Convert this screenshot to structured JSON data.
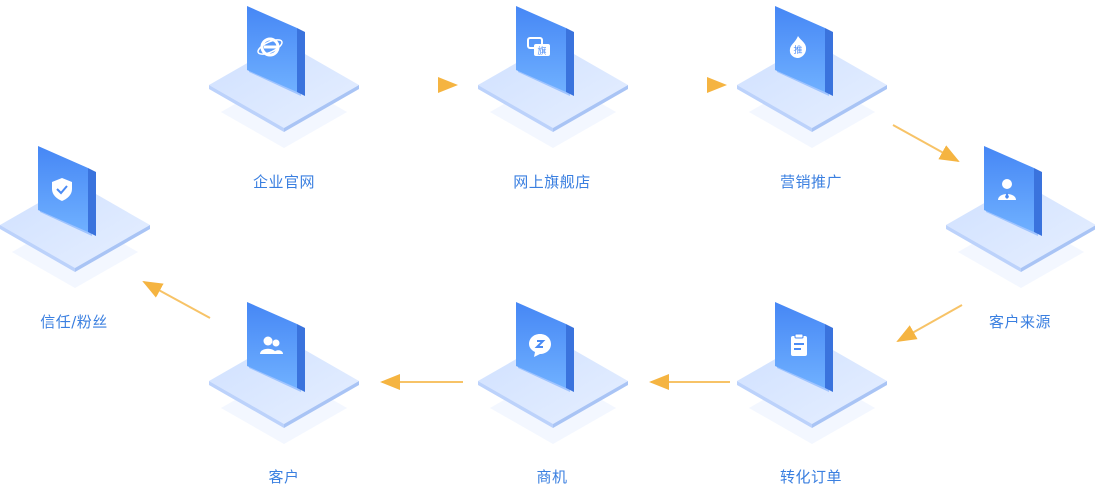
{
  "nodes": [
    {
      "id": "website",
      "label": "企业官网",
      "icon": "internet-explorer-icon"
    },
    {
      "id": "store",
      "label": "网上旗舰店",
      "icon": "flagship-store-icon"
    },
    {
      "id": "marketing",
      "label": "营销推广",
      "icon": "promotion-icon"
    },
    {
      "id": "source",
      "label": "客户来源",
      "icon": "user-icon"
    },
    {
      "id": "order",
      "label": "转化订单",
      "icon": "clipboard-icon"
    },
    {
      "id": "lead",
      "label": "商机",
      "icon": "chat-bubble-icon"
    },
    {
      "id": "customer",
      "label": "客户",
      "icon": "users-icon"
    },
    {
      "id": "trust",
      "label": "信任/粉丝",
      "icon": "shield-check-icon"
    }
  ],
  "colors": {
    "label": "#3a7fe0",
    "arrow": "#f5b441",
    "tile_top": "#4d8ff7",
    "tile_bottom": "#66aaff",
    "platform": "#d6e4ff"
  }
}
